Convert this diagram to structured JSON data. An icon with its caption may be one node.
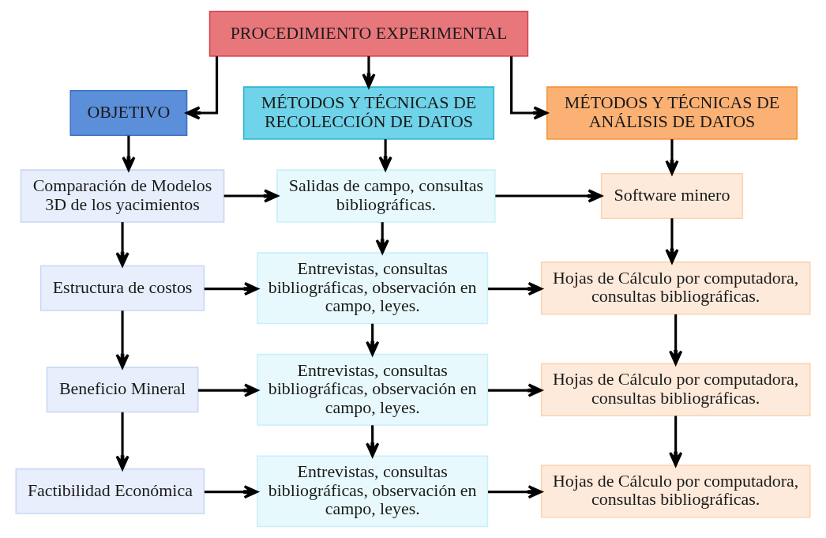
{
  "diagram": {
    "nodes": [
      {
        "text": [
          "PROCEDIMIENTO EXPERIMENTAL"
        ]
      },
      {
        "text": [
          "OBJETIVO"
        ]
      },
      {
        "text": [
          "MÉTODOS Y TÉCNICAS DE RECOLECCIÓN DE DATOS"
        ]
      },
      {
        "text": [
          "MÉTODOS Y TÉCNICAS DE ANÁLISIS DE DATOS"
        ]
      },
      {
        "text": [
          "Comparación de Modelos 3D de los yacimientos"
        ]
      },
      {
        "text": [
          "Salidas de campo, consultas bibliográficas."
        ]
      },
      {
        "text": [
          "Software minero"
        ]
      },
      {
        "text": [
          "Estructura de costos"
        ]
      },
      {
        "text": [
          "Entrevistas, consultas bibliográficas, observación en campo, leyes."
        ]
      },
      {
        "text": [
          "Hojas de Cálculo por computadora, consultas bibliográficas."
        ]
      },
      {
        "text": [
          "Beneficio Mineral"
        ]
      },
      {
        "text": [
          "Entrevistas, consultas bibliográficas, observación en campo, leyes."
        ]
      },
      {
        "text": [
          "Hojas de Cálculo por computadora, consultas bibliográficas."
        ]
      },
      {
        "text": [
          "Factibilidad Económica"
        ]
      },
      {
        "text": [
          "Entrevistas, consultas bibliográficas, observación en campo, leyes."
        ]
      },
      {
        "text": [
          "Hojas de Cálculo por computadora, consultas bibliográficas."
        ]
      }
    ],
    "edges": [
      {
        "from": 0,
        "to": 1,
        "arrow": "to"
      },
      {
        "from": 0,
        "to": 2,
        "arrow": "to"
      },
      {
        "from": 0,
        "to": 3,
        "arrow": "to"
      },
      {
        "from": 1,
        "to": 4,
        "arrow": "to"
      },
      {
        "from": 2,
        "to": 5,
        "arrow": "to"
      },
      {
        "from": 3,
        "to": 6,
        "arrow": "to"
      },
      {
        "from": 4,
        "to": 5,
        "arrow": "to"
      },
      {
        "from": 5,
        "to": 6,
        "arrow": "to"
      },
      {
        "from": 4,
        "to": 7,
        "arrow": "to"
      },
      {
        "from": 5,
        "to": 8,
        "arrow": "to"
      },
      {
        "from": 6,
        "to": 9,
        "arrow": "to"
      },
      {
        "from": 7,
        "to": 8,
        "arrow": "to"
      },
      {
        "from": 8,
        "to": 9,
        "arrow": "to"
      },
      {
        "from": 7,
        "to": 10,
        "arrow": "to"
      },
      {
        "from": 8,
        "to": 11,
        "arrow": "to"
      },
      {
        "from": 9,
        "to": 12,
        "arrow": "to"
      },
      {
        "from": 10,
        "to": 11,
        "arrow": "to"
      },
      {
        "from": 11,
        "to": 12,
        "arrow": "to"
      },
      {
        "from": 10,
        "to": 13,
        "arrow": "to"
      },
      {
        "from": 11,
        "to": 14,
        "arrow": "to"
      },
      {
        "from": 12,
        "to": 15,
        "arrow": "to"
      },
      {
        "from": 13,
        "to": 14,
        "arrow": "to"
      },
      {
        "from": 14,
        "to": 15,
        "arrow": "to"
      }
    ]
  }
}
